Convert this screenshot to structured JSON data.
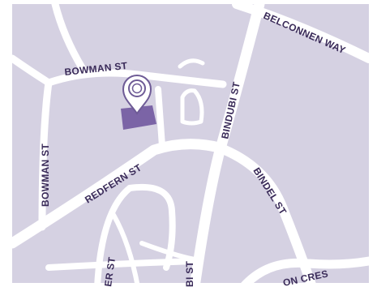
{
  "map": {
    "colors": {
      "land": "#d5d1e2",
      "road": "#ffffff",
      "label": "#3a2b59",
      "building": "#7b64a6",
      "marker_outline": "#6e5b96",
      "marker_fill": "#ffffff"
    },
    "streets": {
      "belconnen_way": "BELCONNEN WAY",
      "bowman_st_north": "BOWMAN ST",
      "bowman_st_west": "BOWMAN ST",
      "bindubi_st_north": "BINDUBI ST",
      "bindubi_st_south": "BI ST",
      "redfern_st": "REDFERN ST",
      "bindel_st": "BINDEL ST",
      "on_cres": "ON CRES",
      "er_st": "ER ST"
    },
    "marker": {
      "icon": "location-pin-icon"
    }
  }
}
